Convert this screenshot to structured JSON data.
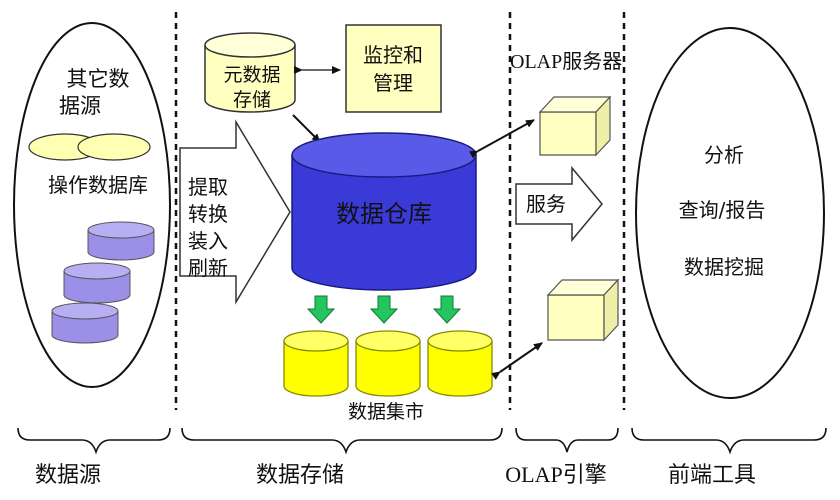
{
  "sources": {
    "other_line1": "其它数",
    "other_line2": "据源",
    "operational_db": "操作数据库"
  },
  "storage": {
    "metadata_line1": "元数据",
    "metadata_line2": "存储",
    "monitor_line1": "监控和",
    "monitor_line2": "管理",
    "etl_lines": [
      "提取",
      "转换",
      "装入",
      "刷新"
    ],
    "warehouse": "数据仓库",
    "datamart": "数据集市"
  },
  "olap": {
    "server": "OLAP服务器",
    "service": "服务"
  },
  "frontend": {
    "items": [
      "分析",
      "查询/报告",
      "数据挖掘"
    ]
  },
  "sections": [
    "数据源",
    "数据存储",
    "OLAP引擎",
    "前端工具"
  ],
  "colors": {
    "light_yellow": "#ffffc0",
    "warehouse_blue": "#3a3ad8",
    "lavender": "#9b8fe8",
    "datamart_yellow": "#ffff00",
    "green_arrow": "#22c55e"
  }
}
